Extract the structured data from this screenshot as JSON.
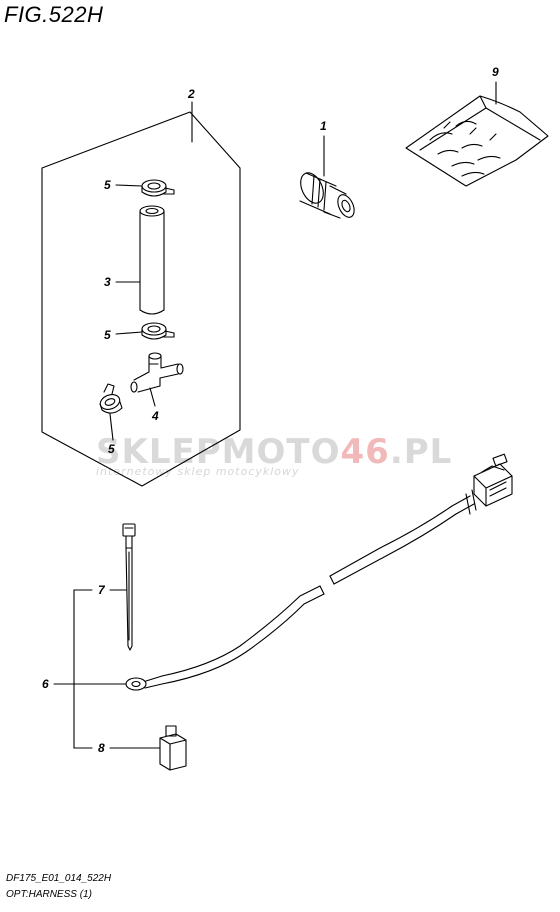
{
  "figure": {
    "title": "FIG.522H",
    "code": "DF175_E01_014_522H",
    "description": "OPT:HARNESS (1)"
  },
  "watermark": {
    "brand_prefix": "SKLEPMOTO",
    "brand_number": "46",
    "brand_suffix": ".PL",
    "tagline": "internetowy sklep motocyklowy"
  },
  "callouts": {
    "c1": "1",
    "c2": "2",
    "c3": "3",
    "c4": "4",
    "c5a": "5",
    "c5b": "5",
    "c5c": "5",
    "c6": "6",
    "c7": "7",
    "c8": "8",
    "c9": "9"
  }
}
